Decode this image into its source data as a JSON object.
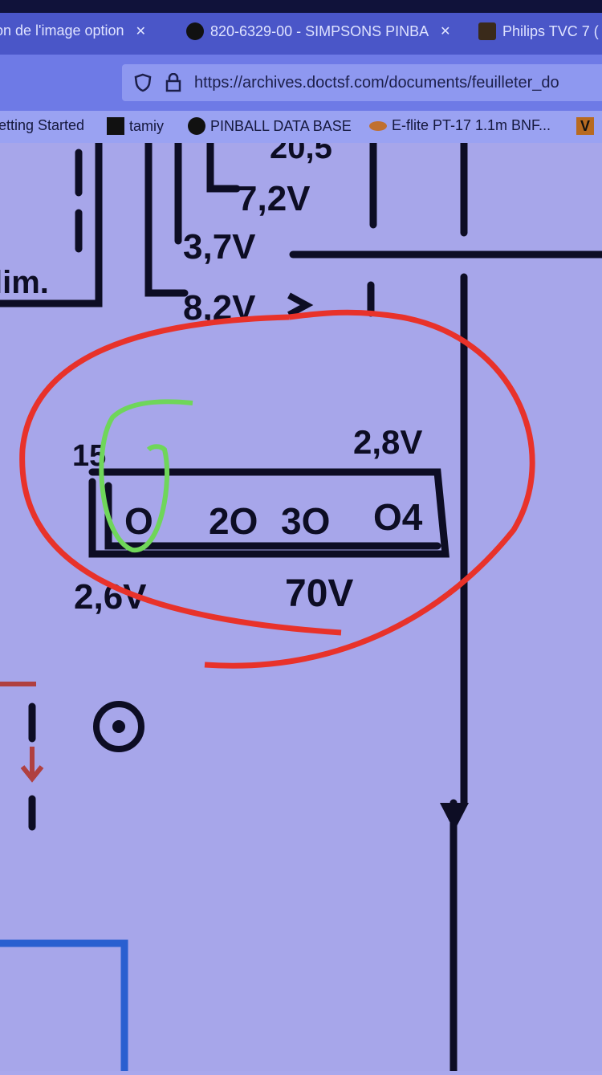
{
  "browser": {
    "tabs": [
      {
        "label": "on de l'image option",
        "close": "✕"
      },
      {
        "label": "820-6329-00 - SIMPSONS PINBA",
        "close": "✕"
      },
      {
        "label": "Philips TVC 7 ("
      }
    ],
    "url": "https://archives.doctsf.com/documents/feuilleter_do",
    "bookmarks": [
      {
        "label": "etting Started"
      },
      {
        "label": "tamiy"
      },
      {
        "label": "PINBALL DATA BASE"
      },
      {
        "label": "E-flite PT-17 1.1m BNF..."
      },
      {
        "label": "V"
      }
    ]
  },
  "schematic": {
    "labels": {
      "top_value": "20,5",
      "v72": "7,2V",
      "v37": "3,7V",
      "v82": "8,2V",
      "alim": "lim.",
      "pin15": "15",
      "v28": "2,8V",
      "pin1": "O",
      "pin2": "2O",
      "pin3": "3O",
      "pin4": "O4",
      "v26": "2,6V",
      "v70": "70V"
    },
    "annotation_colors": {
      "red": "#e8322a",
      "green": "#6fd65a"
    }
  }
}
